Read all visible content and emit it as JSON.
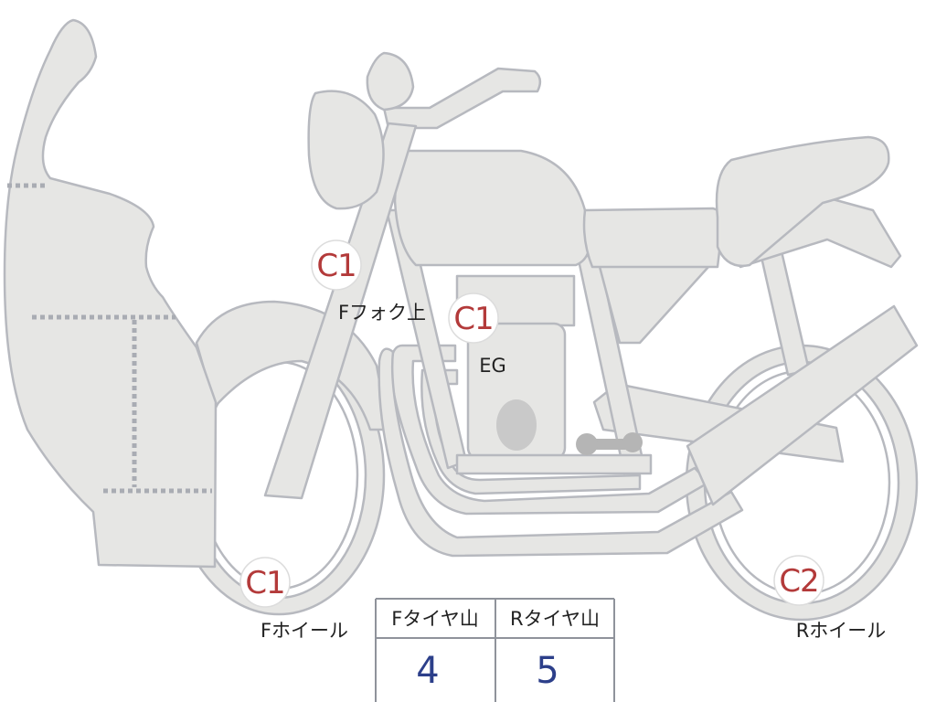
{
  "check_points": [
    {
      "code": "C1",
      "label": "Fフォク上"
    },
    {
      "code": "C1",
      "label": "EG"
    },
    {
      "code": "C1",
      "label": "Fホイール"
    },
    {
      "code": "C2",
      "label": "Rホイール"
    }
  ],
  "tire_tread": {
    "headers": [
      "Fタイヤ山",
      "Rタイヤ山"
    ],
    "values": [
      "4",
      "5"
    ]
  },
  "colors": {
    "part_fill": "#e6e6e4",
    "part_outline": "#b7b9bf",
    "code_red": "#b33a3a",
    "value_blue": "#2c3f8a"
  }
}
